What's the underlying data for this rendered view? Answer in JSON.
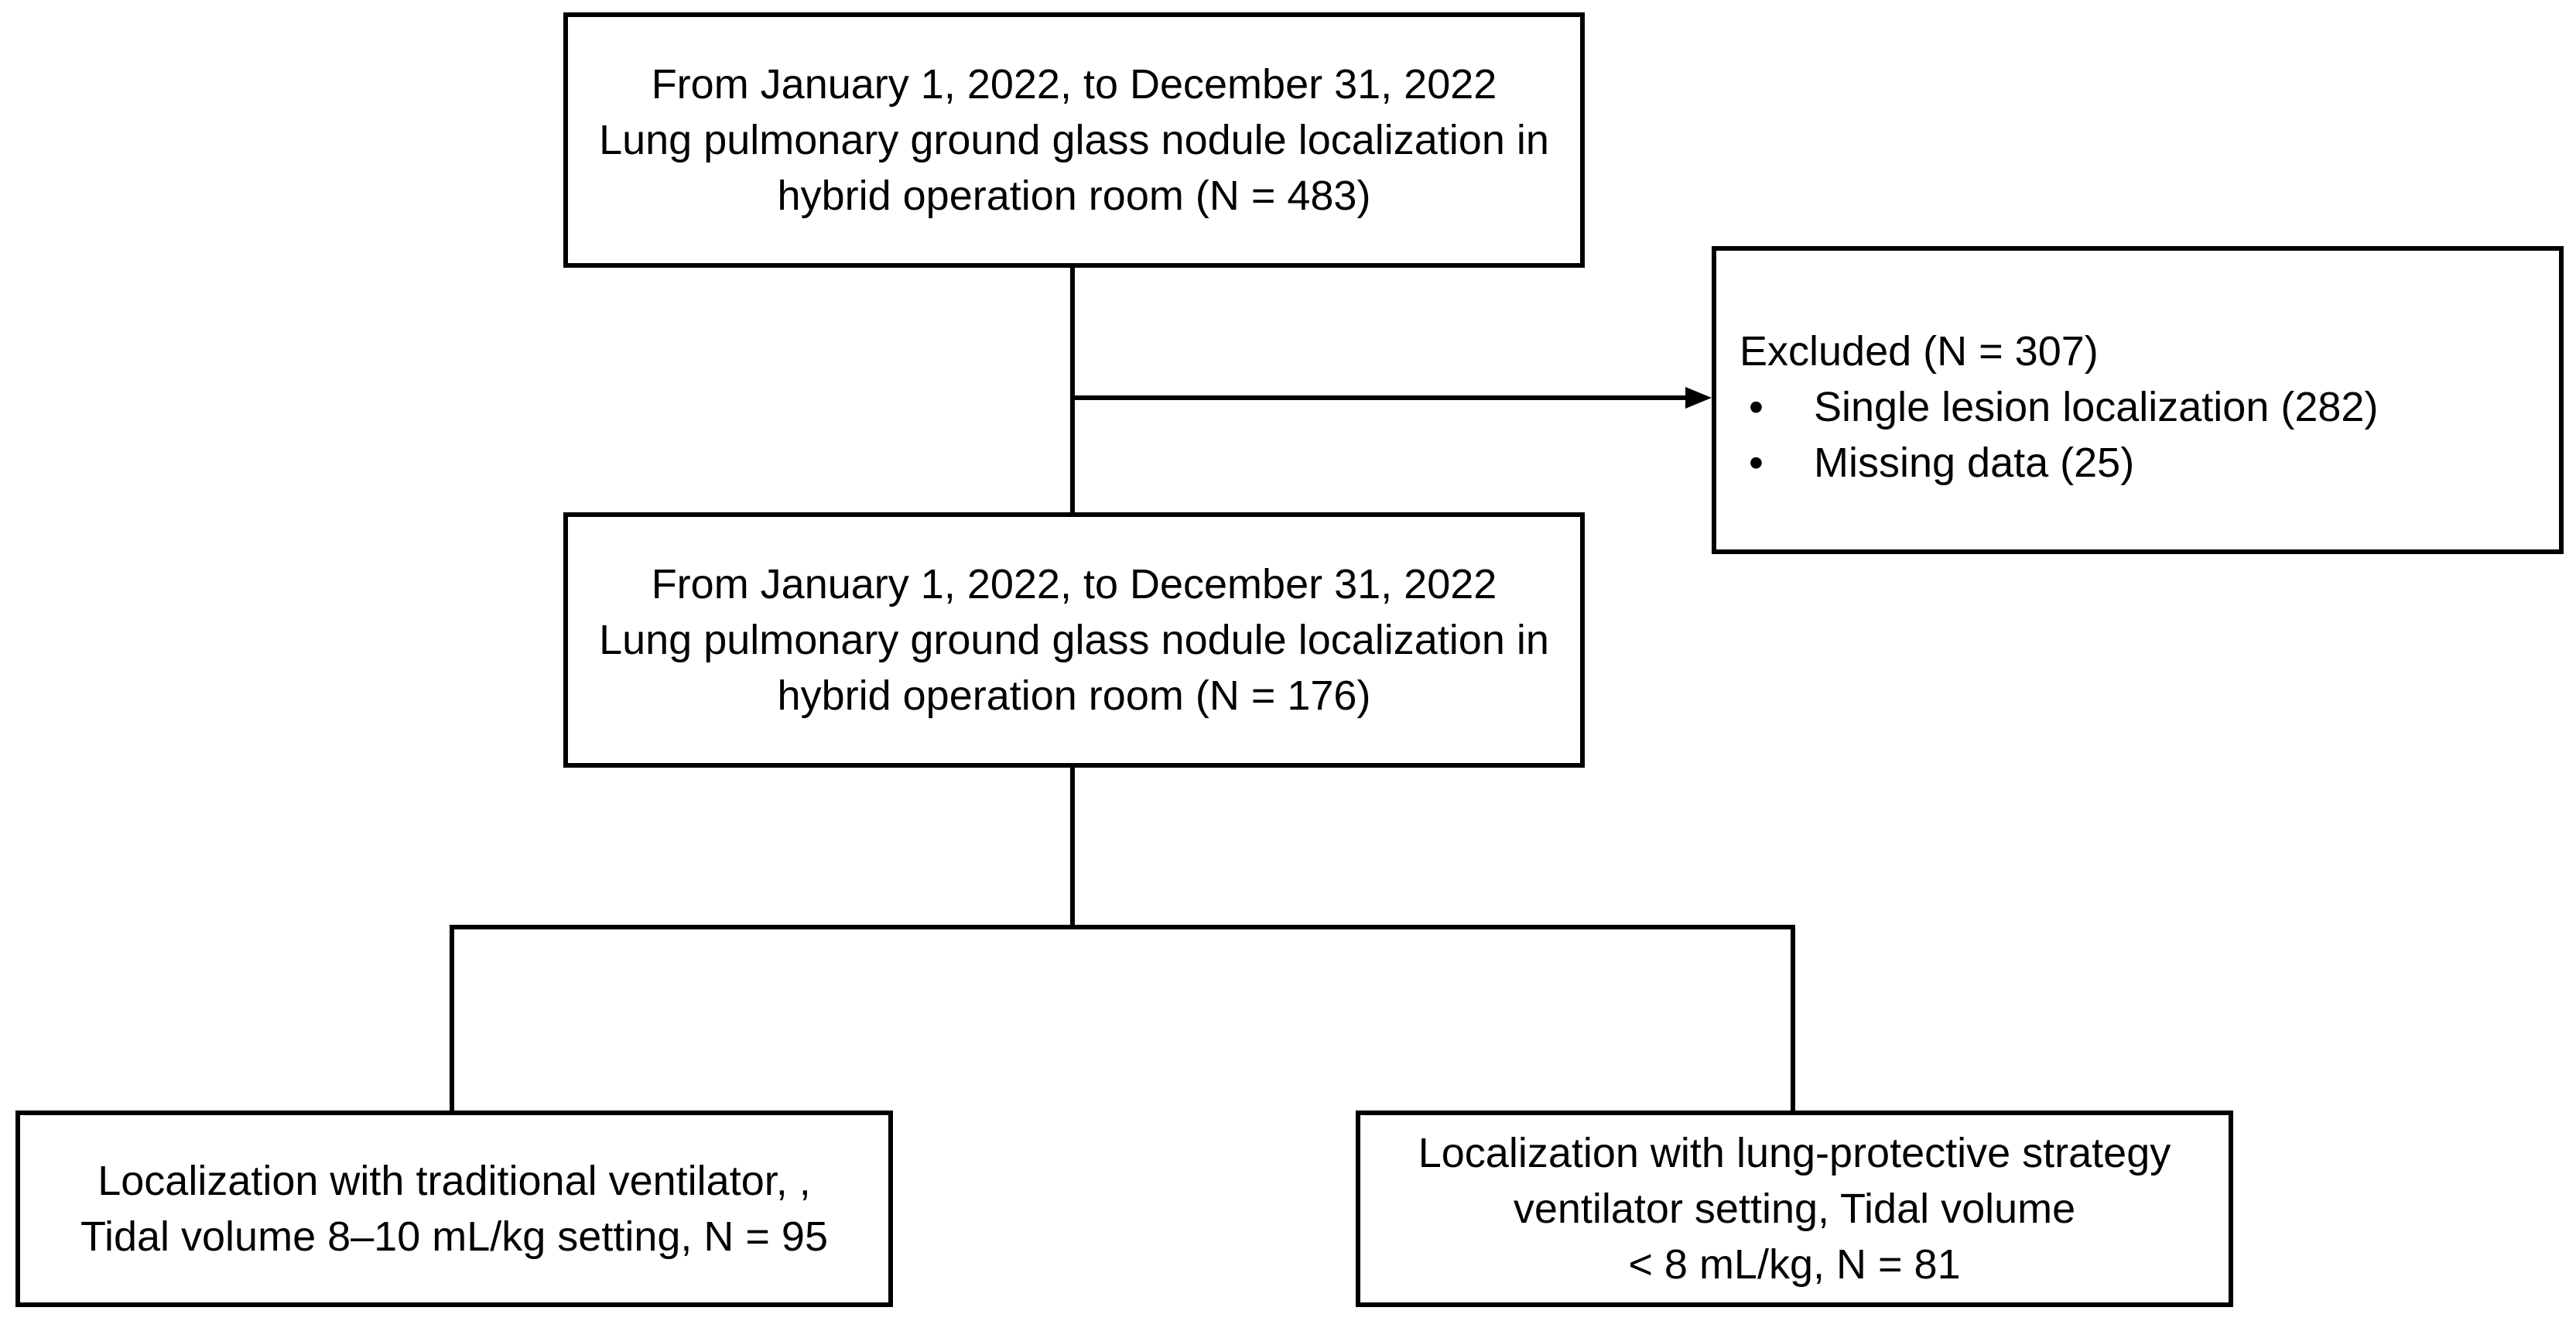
{
  "boxes": {
    "top": {
      "lines": [
        "From January 1, 2022, to December 31, 2022",
        "Lung pulmonary ground glass nodule localization in",
        "hybrid operation room (N = 483)"
      ]
    },
    "excluded": {
      "title": "Excluded (N = 307)",
      "bullet": "•",
      "items": [
        "Single lesion localization (282)",
        "Missing data (25)"
      ]
    },
    "middle": {
      "lines": [
        "From January 1, 2022, to December 31, 2022",
        "Lung pulmonary ground glass nodule localization in",
        "hybrid operation room (N = 176)"
      ]
    },
    "left": {
      "lines": [
        "Localization with traditional ventilator, ,",
        "Tidal volume 8–10 mL/kg setting, N = 95"
      ]
    },
    "right": {
      "lines": [
        "Localization with lung-protective strategy",
        "ventilator setting, Tidal volume",
        "< 8 mL/kg, N = 81"
      ]
    }
  }
}
